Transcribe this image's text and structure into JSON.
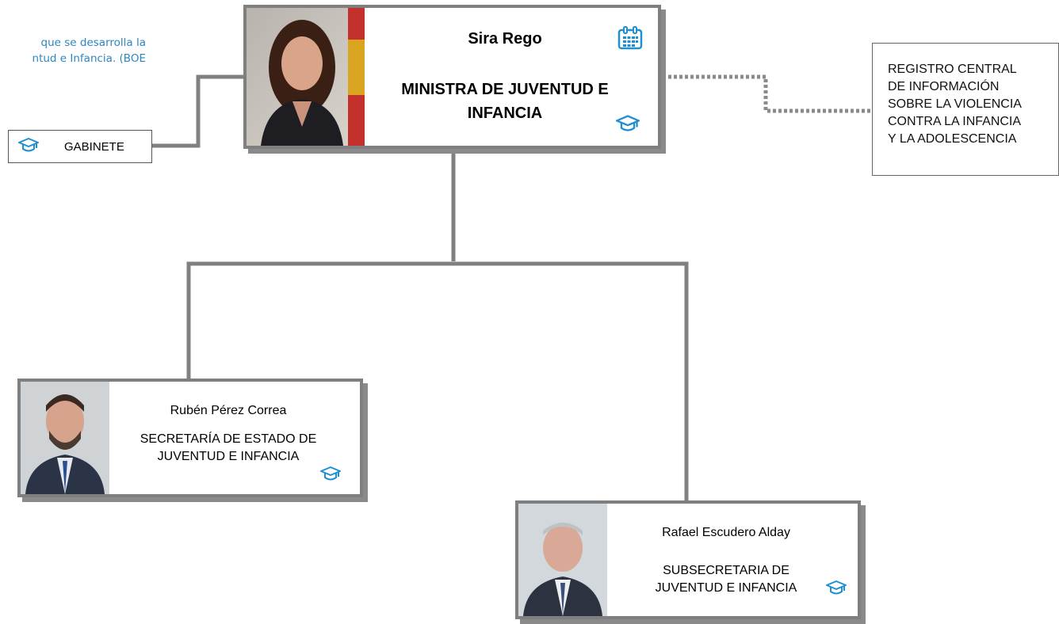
{
  "intro": {
    "line1": "que se desarrolla la",
    "line2": "ntud e Infancia. (BOE"
  },
  "minister": {
    "name": "Sira Rego",
    "title_line1": "MINISTRA DE JUVENTUD E",
    "title_line2": "INFANCIA",
    "photo_icon": "portrait-photo",
    "agenda_icon": "calendar-icon",
    "cv_icon": "graduation-cap-icon"
  },
  "gabinete": {
    "label": "GABINETE",
    "icon": "graduation-cap-icon"
  },
  "registro": {
    "lines": [
      "REGISTRO CENTRAL",
      "DE INFORMACIÓN",
      "SOBRE LA VIOLENCIA",
      "CONTRA LA INFANCIA",
      "Y LA ADOLESCENCIA"
    ]
  },
  "secretaria": {
    "name": "Rubén Pérez Correa",
    "title_line1": "SECRETARÍA DE ESTADO DE",
    "title_line2": "JUVENTUD E  INFANCIA",
    "icon": "graduation-cap-icon"
  },
  "subsecretaria": {
    "name": "Rafael Escudero Alday",
    "title_line1": "SUBSECRETARIA DE",
    "title_line2": "JUVENTUD E INFANCIA",
    "icon": "graduation-cap-icon"
  },
  "colors": {
    "accent": "#1f8fd1",
    "intro_text": "#2e86c1",
    "connector": "#808080",
    "card_border": "#7f7f7f"
  }
}
